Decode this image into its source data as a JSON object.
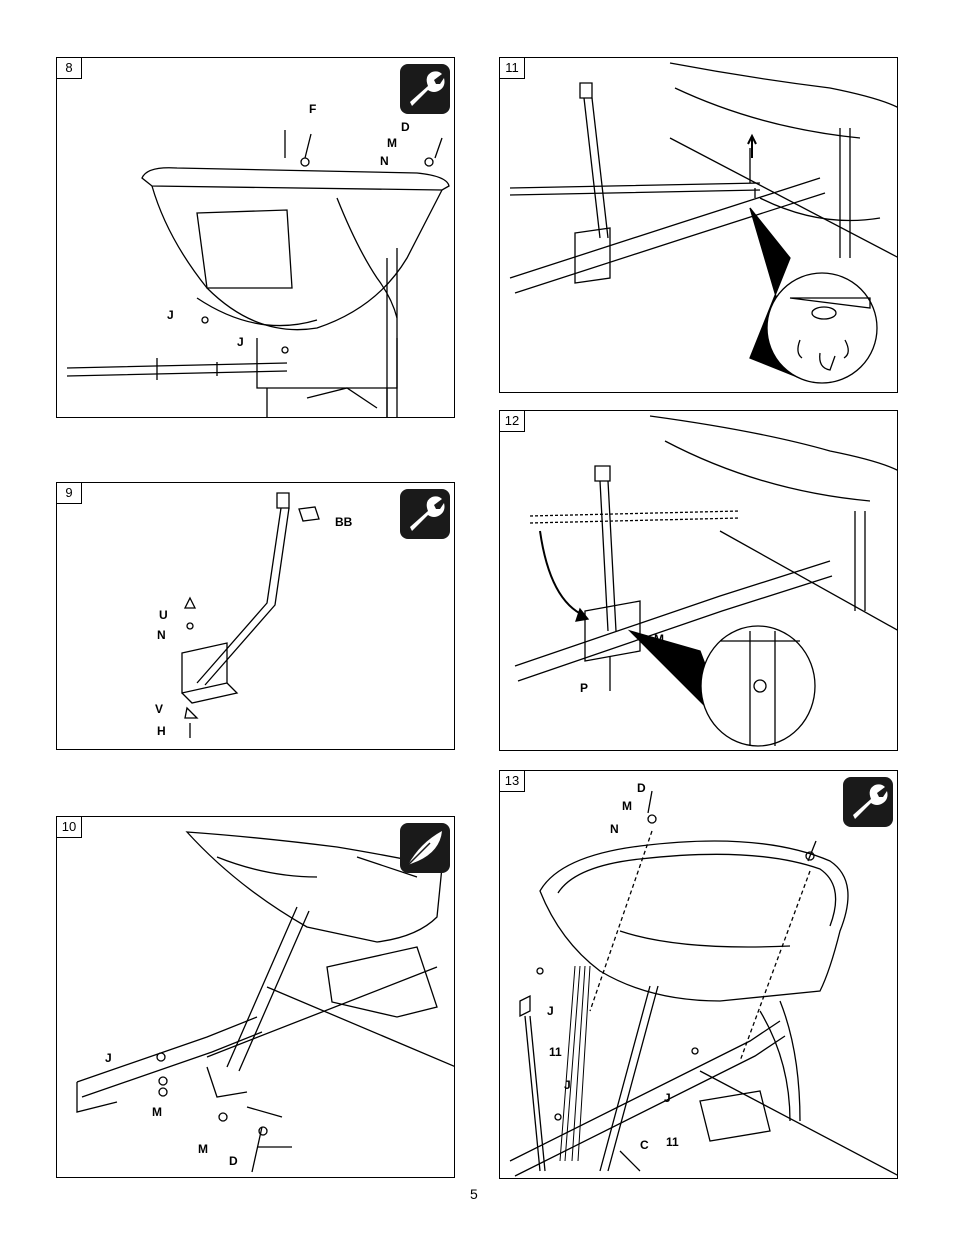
{
  "page_number": "5",
  "steps": [
    {
      "num": "8",
      "labels": {
        "F": "F",
        "D": "D",
        "M": "M",
        "N": "N",
        "J1": "J",
        "J2": "J"
      }
    },
    {
      "num": "9",
      "labels": {
        "BB": "BB",
        "U": "U",
        "N": "N",
        "V": "V",
        "H": "H"
      }
    },
    {
      "num": "10",
      "labels": {
        "J": "J",
        "M1": "M",
        "M2": "M",
        "D": "D"
      }
    },
    {
      "num": "11",
      "labels": {}
    },
    {
      "num": "12",
      "labels": {
        "M": "M",
        "P": "P"
      }
    },
    {
      "num": "13",
      "labels": {
        "D": "D",
        "M": "M",
        "N": "N",
        "J1": "J",
        "L1": "11",
        "J2": "J",
        "J3": "J",
        "C": "C",
        "L2": "11"
      }
    }
  ],
  "icons": {
    "tool_icon": "wrench-icon",
    "tool_icon_alt": "feather-icon"
  }
}
